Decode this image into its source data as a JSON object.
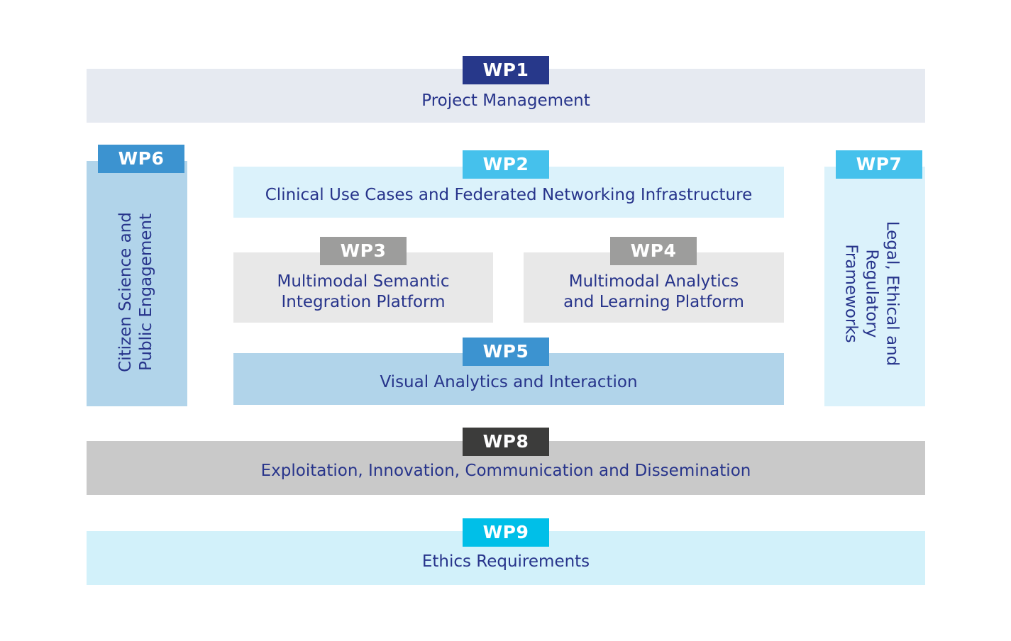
{
  "diagram": {
    "work_packages": [
      {
        "id": "WP1",
        "title": "Project Management",
        "tag_color": "#27388a",
        "bg_color": "#e6eaf1"
      },
      {
        "id": "WP2",
        "title": "Clinical Use Cases and Federated Networking Infrastructure",
        "tag_color": "#45c1ec",
        "bg_color": "#dbf2fb"
      },
      {
        "id": "WP3",
        "title_lines": [
          "Multimodal Semantic",
          "Integration Platform"
        ],
        "tag_color": "#9d9d9c",
        "bg_color": "#e8e8e8"
      },
      {
        "id": "WP4",
        "title_lines": [
          "Multimodal Analytics",
          "and Learning Platform"
        ],
        "tag_color": "#9d9d9c",
        "bg_color": "#e8e8e8"
      },
      {
        "id": "WP5",
        "title": "Visual Analytics and Interaction",
        "tag_color": "#3c93d0",
        "bg_color": "#b1d4ea"
      },
      {
        "id": "WP6",
        "title_lines": [
          "Citizen Science and",
          "Public Engagement"
        ],
        "tag_color": "#3c93d0",
        "bg_color": "#b1d4ea"
      },
      {
        "id": "WP7",
        "title_lines": [
          "Legal, Ethical and",
          "Regulatory",
          "Frameworks"
        ],
        "tag_color": "#45c1ec",
        "bg_color": "#dbf2fb"
      },
      {
        "id": "WP8",
        "title": "Exploitation, Innovation, Communication and Dissemination",
        "tag_color": "#3c3c3b",
        "bg_color": "#c9c9c9"
      },
      {
        "id": "WP9",
        "title": "Ethics Requirements",
        "tag_color": "#00bfe8",
        "bg_color": "#d2f1fa"
      }
    ]
  }
}
